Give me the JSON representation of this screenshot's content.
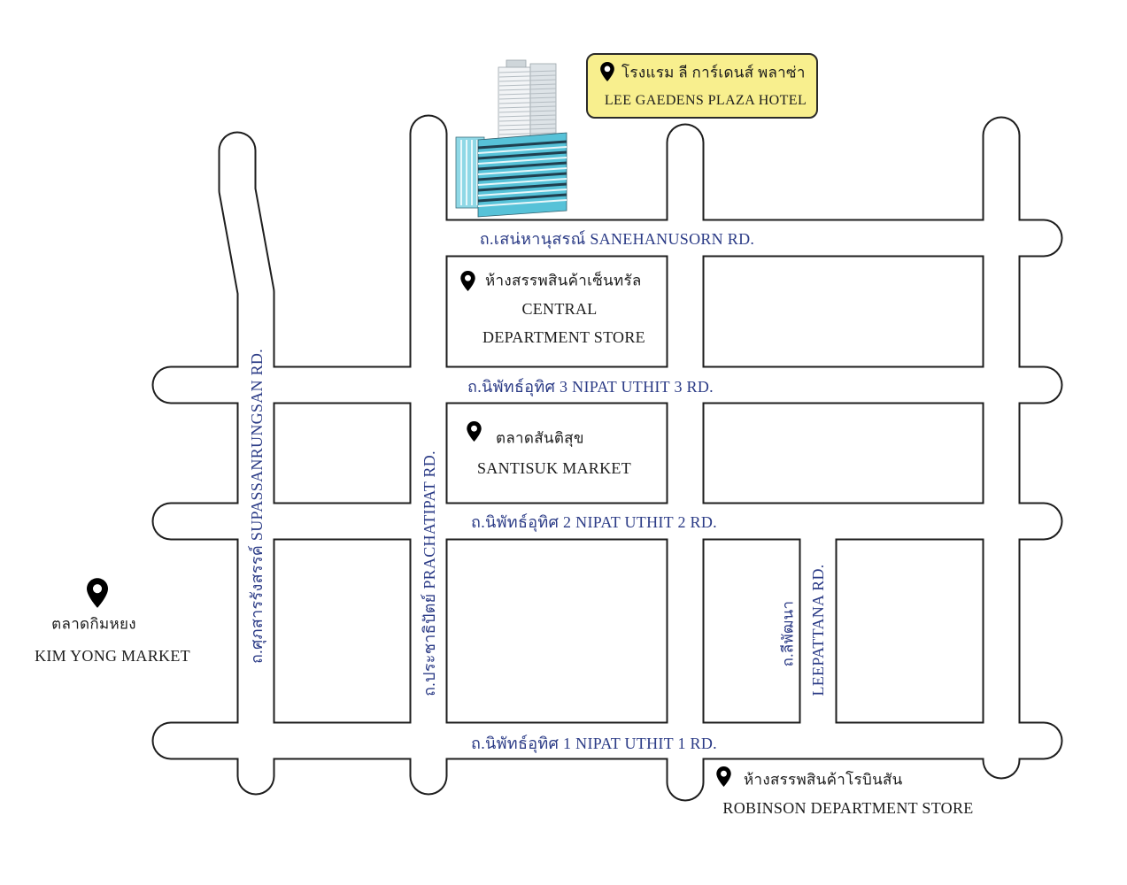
{
  "hotel": {
    "name_th": "โรงแรม ลี การ์เดนส์ พลาซ่า",
    "name_en": "LEE GAEDENS PLAZA HOTEL"
  },
  "roads": {
    "sanehanusorn": "ถ.เสน่หานุสรณ์ SANEHANUSORN RD.",
    "nipat_uthit_3": "ถ.นิพัทธ์อุทิศ 3 NIPAT UTHIT 3 RD.",
    "nipat_uthit_2": "ถ.นิพัทธ์อุทิศ 2 NIPAT UTHIT 2 RD.",
    "nipat_uthit_1": "ถ.นิพัทธ์อุทิศ 1 NIPAT UTHIT 1 RD.",
    "supassanrungsan": "ถ.ศุภสารรังสรรค์ SUPASSANRUNGSAN RD.",
    "prachatipat": "ถ.ประชาธิปัตย์ PRACHATIPAT RD.",
    "leepattana_th": "ถ.ลีพัฒนา",
    "leepattana_en": "LEEPATTANA RD."
  },
  "places": {
    "central": {
      "name_th": "ห้างสรรพสินค้าเซ็นทรัล",
      "name_en_line1": "CENTRAL",
      "name_en_line2": "DEPARTMENT STORE"
    },
    "santisuk": {
      "name_th": "ตลาดสันติสุข",
      "name_en": "SANTISUK MARKET"
    },
    "kim_yong": {
      "name_th": "ตลาดกิมหยง",
      "name_en": "KIM YONG MARKET"
    },
    "robinson": {
      "name_th": "ห้างสรรพสินค้าโรบินสัน",
      "name_en": "ROBINSON DEPARTMENT STORE"
    }
  },
  "icons": {
    "place_marker": "map-pin-icon",
    "hotel": "hotel-building-illustration"
  },
  "colors": {
    "road_label": "#2b3b86",
    "text": "#1c1c1c",
    "pin": "#9b6b8f",
    "hotel_box": "#f8ef8e",
    "road_outline": "#1e1e1e"
  }
}
